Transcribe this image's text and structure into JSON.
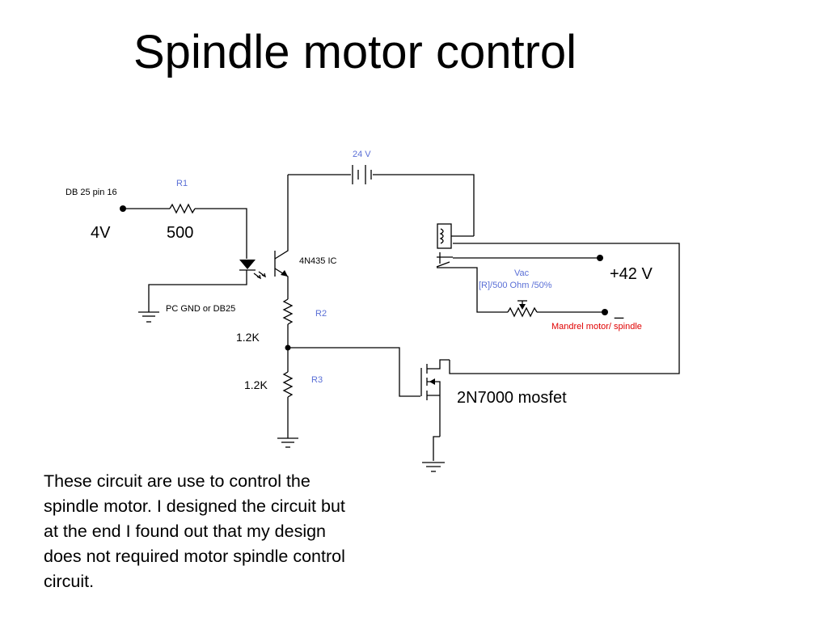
{
  "slide": {
    "title": "Spindle motor control",
    "body_lines": [
      "These circuit are use to control the",
      "spindle motor. I designed the circuit but",
      "at the end I found out that my design",
      "does not  required motor spindle control",
      "circuit."
    ]
  },
  "schematic": {
    "labels": {
      "db25_pin": "DB 25 pin 16",
      "r1": "R1",
      "input_voltage": "4V",
      "r1_value": "500",
      "optocoupler": "4N435 IC",
      "pc_gnd": "PC GND  or DB25",
      "supply": "24 V",
      "r2": "R2",
      "r2_value": "1.2K",
      "r3": "R3",
      "r3_value": "1.2K",
      "plus42": "+42 V",
      "vac": "Vac",
      "pot_spec": "[R]/500  Ohm /50%",
      "minus": "_",
      "motor": "Mandrel motor/ spindle",
      "mosfet": "2N7000 mosfet"
    },
    "colors": {
      "component_label": "#5a6fd6",
      "motor_label": "#e00000",
      "wire": "#000000"
    }
  }
}
